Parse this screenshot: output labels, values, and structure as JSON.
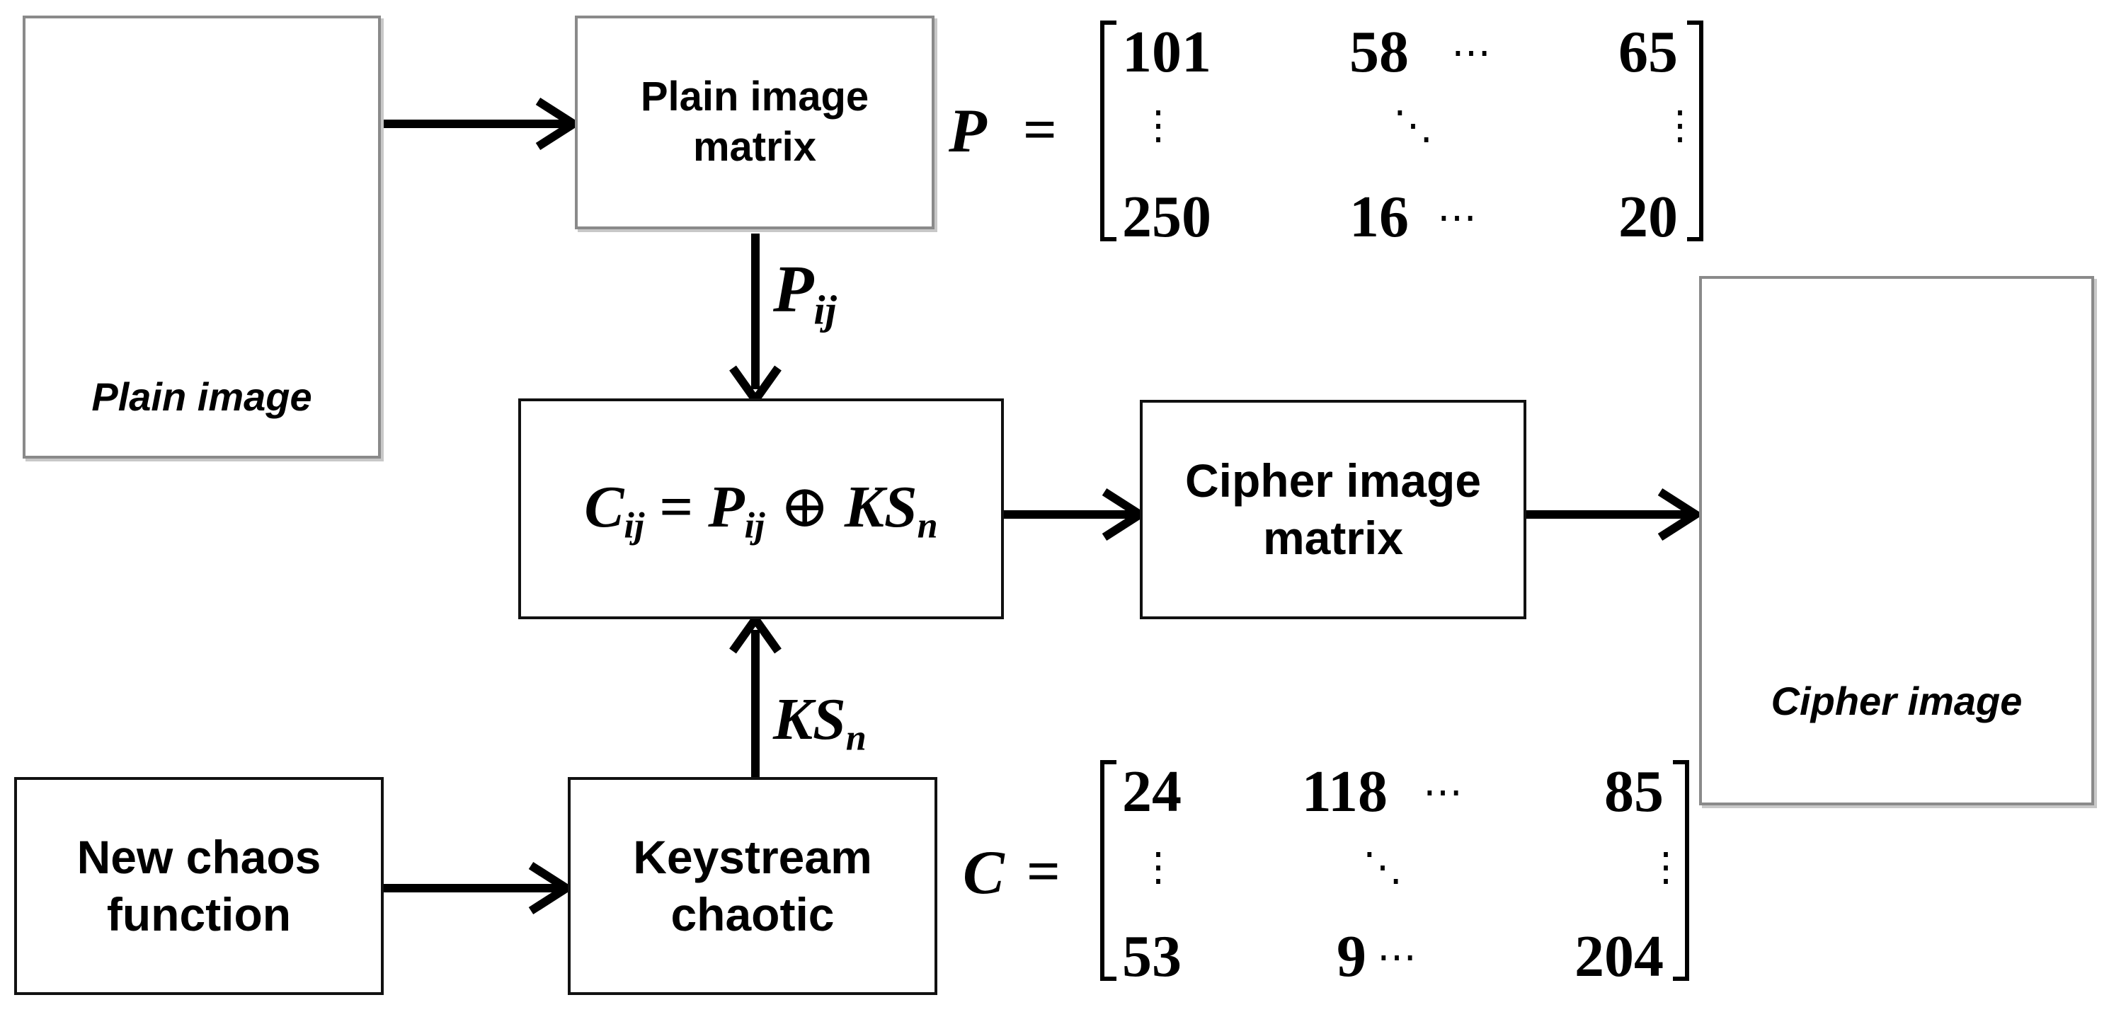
{
  "nodes": {
    "plain_image_caption": "Plain image",
    "plain_image_matrix": "Plain image\nmatrix",
    "xor_box": {
      "c_base": "C",
      "c_sub": "ij",
      "eq": "=",
      "p_base": "P",
      "p_sub": "ij",
      "op": "⊕",
      "ks_base": "KS",
      "ks_sub": "n"
    },
    "cipher_image_matrix": "Cipher image\nmatrix",
    "cipher_image_caption": "Cipher image",
    "chaos_function": "New chaos\nfunction",
    "keystream": "Keystream\nchaotic"
  },
  "edge_labels": {
    "pij": {
      "base": "P",
      "sub": "ij"
    },
    "ksn": {
      "base": "KS",
      "sub": "n"
    }
  },
  "matrices": {
    "P": {
      "name": "P",
      "eq": "=",
      "row1": [
        "101",
        "58",
        "⋯",
        "65"
      ],
      "row2": [
        "⋮",
        "⋱",
        "⋮"
      ],
      "row3": [
        "250",
        "16",
        "⋯",
        "20"
      ]
    },
    "C": {
      "name": "C",
      "eq": "=",
      "row1": [
        "24",
        "118",
        "⋯",
        "85"
      ],
      "row2": [
        "⋮",
        "⋱",
        "⋮"
      ],
      "row3": [
        "53",
        "9",
        "⋯",
        "204"
      ]
    }
  },
  "colors": {
    "box_border": "#111111",
    "image_frame": "#8a8a8a",
    "arrow": "#000000"
  }
}
